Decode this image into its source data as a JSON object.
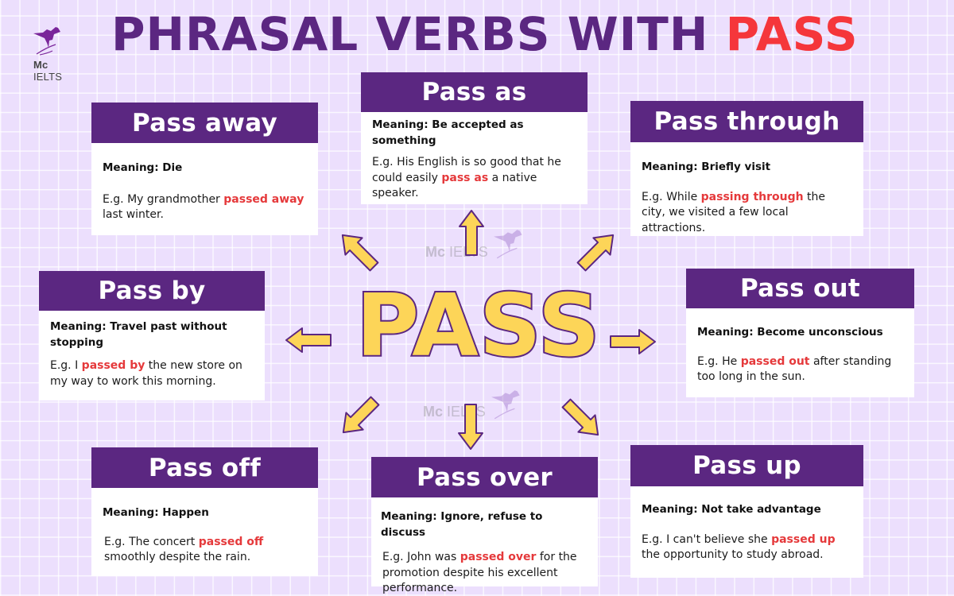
{
  "logo": {
    "brand_bold": "Mc",
    "brand_rest": " IELTS",
    "icon": "hummingbird-icon"
  },
  "title": {
    "main": "PHRASAL VERBS WITH ",
    "accent": "PASS",
    "color_main": "#5b2781",
    "color_accent": "#f5363b"
  },
  "center": {
    "word": "PASS",
    "fill": "#fdd558",
    "stroke": "#5b2781"
  },
  "watermarks": [
    {
      "bold": "Mc",
      "rest": " IELTS"
    },
    {
      "bold": "Mc",
      "rest": " IELTS"
    }
  ],
  "cards": [
    {
      "id": "pass-away",
      "title": "Pass away",
      "meaning": "Meaning: Die",
      "eg_before": "E.g. My grandmother ",
      "eg_highlight": "passed away",
      "eg_after": " last winter."
    },
    {
      "id": "pass-as",
      "title": "Pass as",
      "meaning": "Meaning: Be accepted as something",
      "eg_before": "E.g. His English is so good that he could easily ",
      "eg_highlight": "pass as",
      "eg_after": " a native speaker."
    },
    {
      "id": "pass-through",
      "title": "Pass through",
      "meaning": "Meaning: Briefly visit",
      "eg_before": "E.g. While ",
      "eg_highlight": "passing through",
      "eg_after": " the city, we visited a few local attractions."
    },
    {
      "id": "pass-by",
      "title": "Pass by",
      "meaning": "Meaning: Travel past without stopping",
      "eg_before": "E.g. I ",
      "eg_highlight": "passed by",
      "eg_after": " the new store on my way to work this morning."
    },
    {
      "id": "pass-out",
      "title": "Pass out",
      "meaning": "Meaning: Become unconscious",
      "eg_before": "E.g. He ",
      "eg_highlight": "passed out",
      "eg_after": " after standing too long in the sun."
    },
    {
      "id": "pass-off",
      "title": "Pass off",
      "meaning": "Meaning: Happen",
      "eg_before": "E.g. The concert ",
      "eg_highlight": "passed off",
      "eg_after": " smoothly despite the rain."
    },
    {
      "id": "pass-over",
      "title": "Pass over",
      "meaning": "Meaning: Ignore, refuse to discuss",
      "eg_before": "E.g. John was ",
      "eg_highlight": "passed over",
      "eg_after": " for the promotion despite his excellent performance."
    },
    {
      "id": "pass-up",
      "title": "Pass up",
      "meaning": "Meaning: Not take advantage",
      "eg_before": "E.g. I can't believe she ",
      "eg_highlight": "passed up",
      "eg_after": " the opportunity to study abroad."
    }
  ],
  "colors": {
    "background": "#ecdffd",
    "header": "#5b2781",
    "highlight": "#e5393b",
    "arrow": "#fdd558"
  }
}
